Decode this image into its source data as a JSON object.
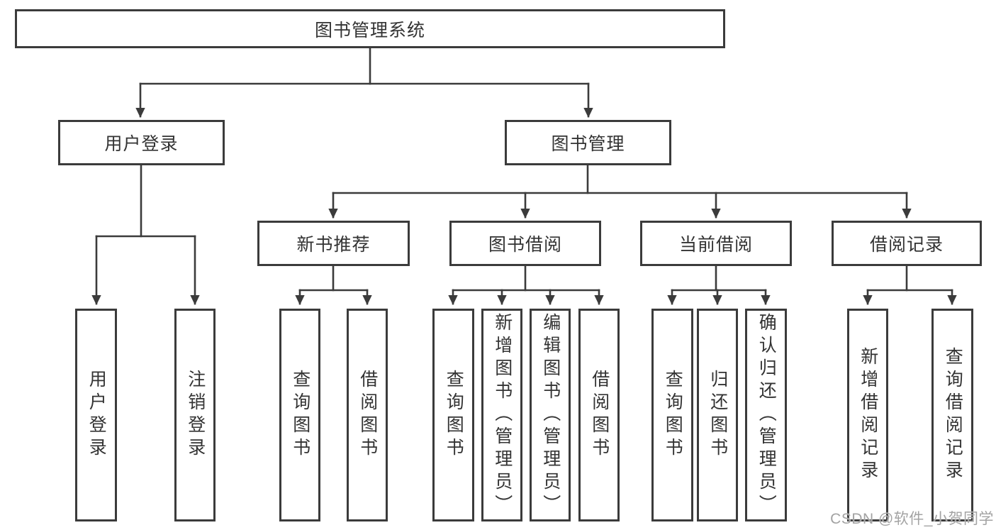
{
  "diagram": {
    "root": {
      "label": "图书管理系统"
    },
    "level2": [
      {
        "label": "用户登录"
      },
      {
        "label": "图书管理"
      }
    ],
    "level3": [
      {
        "label": "新书推荐",
        "parent": "图书管理"
      },
      {
        "label": "图书借阅",
        "parent": "图书管理"
      },
      {
        "label": "当前借阅",
        "parent": "图书管理"
      },
      {
        "label": "借阅记录",
        "parent": "图书管理"
      }
    ],
    "leaves": [
      {
        "label": "用户登录",
        "parent": "用户登录"
      },
      {
        "label": "注销登录",
        "parent": "用户登录"
      },
      {
        "label": "查询图书",
        "parent": "新书推荐"
      },
      {
        "label": "借阅图书",
        "parent": "新书推荐"
      },
      {
        "label": "查询图书",
        "parent": "图书借阅"
      },
      {
        "label": "新增图书（管理员）",
        "parent": "图书借阅"
      },
      {
        "label": "编辑图书（管理员）",
        "parent": "图书借阅"
      },
      {
        "label": "借阅图书",
        "parent": "图书借阅"
      },
      {
        "label": "查询图书",
        "parent": "当前借阅"
      },
      {
        "label": "归还图书",
        "parent": "当前借阅"
      },
      {
        "label": "确认归还（管理员）",
        "parent": "当前借阅"
      },
      {
        "label": "新增借阅记录",
        "parent": "借阅记录"
      },
      {
        "label": "查询借阅记录",
        "parent": "借阅记录"
      }
    ],
    "watermark": "CSDN @软件_小贺同学",
    "colors": {
      "line": "#3b3b3b",
      "text": "#333333",
      "watermark": "#a3a3a3",
      "background": "#ffffff"
    }
  }
}
